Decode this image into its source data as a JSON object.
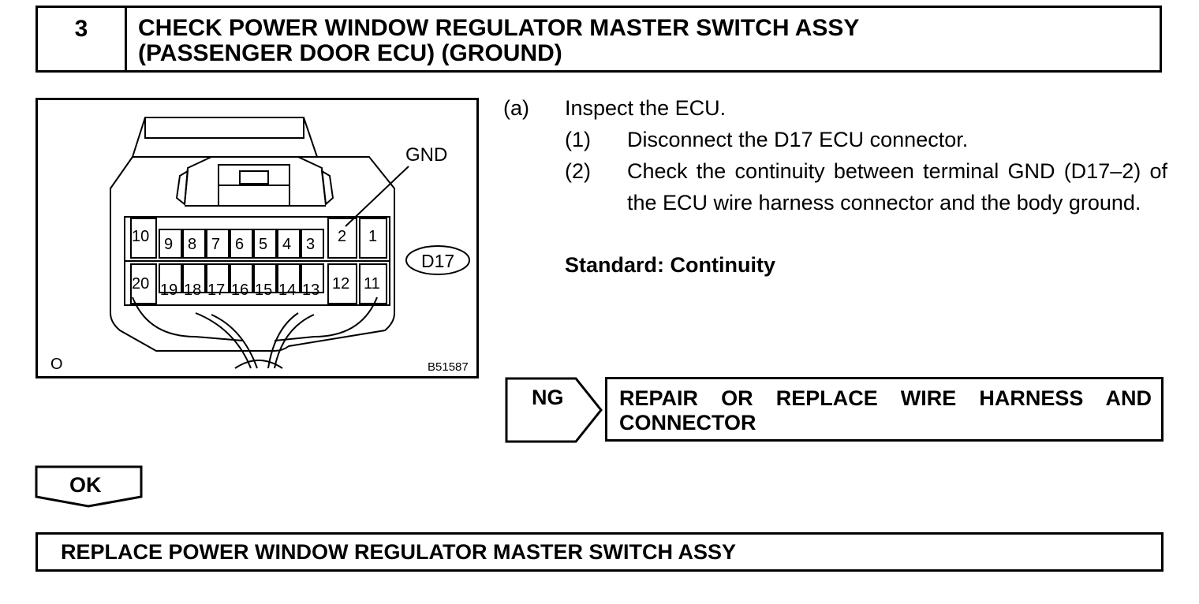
{
  "step": {
    "number": "3",
    "title_line1": "CHECK POWER WINDOW REGULATOR MASTER SWITCH ASSY",
    "title_line2": "(PASSENGER DOOR ECU) (GROUND)"
  },
  "figure": {
    "gnd_label": "GND",
    "connector_label": "D17",
    "corner_mark": "O",
    "figure_code": "B51587",
    "top_row_pins": [
      "10",
      "9",
      "8",
      "7",
      "6",
      "5",
      "4",
      "3",
      "2",
      "1"
    ],
    "bottom_row_pins": [
      "20",
      "19",
      "18",
      "17",
      "16",
      "15",
      "14",
      "13",
      "12",
      "11"
    ]
  },
  "instructions": {
    "a_label": "(a)",
    "a_text": "Inspect the ECU.",
    "step1_label": "(1)",
    "step1_text": "Disconnect the D17 ECU connector.",
    "step2_label": "(2)",
    "step2_text": "Check the continuity between terminal GND (D17–2) of the ECU wire harness connector and the body ground.",
    "standard": "Standard: Continuity"
  },
  "ng": {
    "label": "NG",
    "action": "REPAIR OR REPLACE WIRE HARNESS AND CONNECTOR"
  },
  "ok": {
    "label": "OK"
  },
  "result": {
    "action": "REPLACE POWER WINDOW REGULATOR MASTER SWITCH ASSY"
  }
}
